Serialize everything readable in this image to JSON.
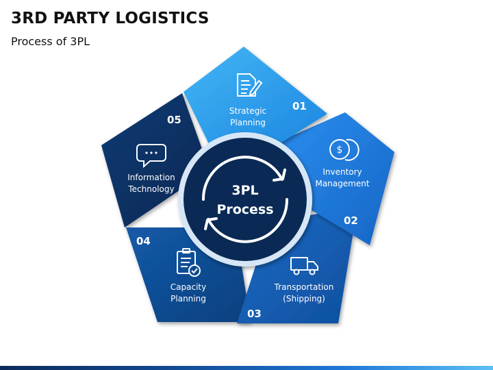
{
  "header": {
    "title": "3RD PARTY LOGISTICS",
    "subtitle": "Process of 3PL"
  },
  "center": {
    "line1": "3PL",
    "line2": "Process"
  },
  "segments": [
    {
      "number": "01",
      "line1": "Strategic",
      "line2": "Planning",
      "icon": "document-pencil-icon",
      "color": "#2b9be8"
    },
    {
      "number": "02",
      "line1": "Inventory",
      "line2": "Management",
      "icon": "dollar-coins-icon",
      "color": "#1e78d6"
    },
    {
      "number": "03",
      "line1": "Transportation",
      "line2": "(Shipping)",
      "icon": "delivery-truck-icon",
      "color": "#145cae"
    },
    {
      "number": "04",
      "line1": "Capacity",
      "line2": "Planning",
      "icon": "clipboard-check-icon",
      "color": "#0f4a8e"
    },
    {
      "number": "05",
      "line1": "Information",
      "line2": "Technology",
      "icon": "chat-bubble-icon",
      "color": "#0b3265"
    }
  ],
  "colors": {
    "center_fill": "#0a2a55",
    "center_ring": "#d6e6f6",
    "text": "#111111"
  }
}
